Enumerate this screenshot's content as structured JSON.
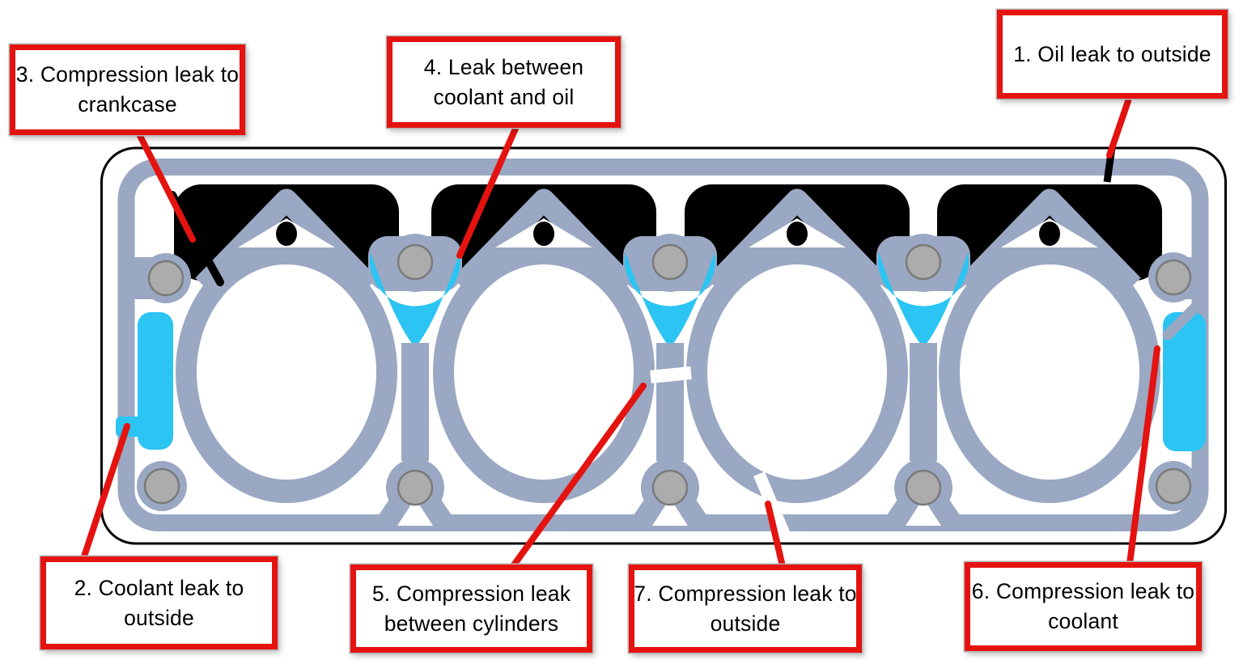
{
  "colors": {
    "accent": "#E41310",
    "gasket": "#9AA8C3",
    "coolant": "#2BC4F3",
    "bolt": "#ACACAC",
    "bolt-edge": "#7A7A7A",
    "ink": "#000000"
  },
  "labels": {
    "l1": {
      "line1": "1. Oil leak to outside",
      "line2": ""
    },
    "l2": {
      "line1": "2. Coolant leak to",
      "line2": "outside"
    },
    "l3": {
      "line1": "3. Compression leak to",
      "line2": "crankcase"
    },
    "l4": {
      "line1": "4. Leak between",
      "line2": "coolant and oil"
    },
    "l5": {
      "line1": "5. Compression leak",
      "line2": "between cylinders"
    },
    "l6": {
      "line1": "6. Compression leak to",
      "line2": "coolant"
    },
    "l7": {
      "line1": "7. Compression leak to",
      "line2": "outside"
    }
  },
  "gasket": {
    "cylinders": 4,
    "oil_ports": 4,
    "bolt_holes": 10,
    "coolant_passages": 5,
    "leak_points": 7
  }
}
